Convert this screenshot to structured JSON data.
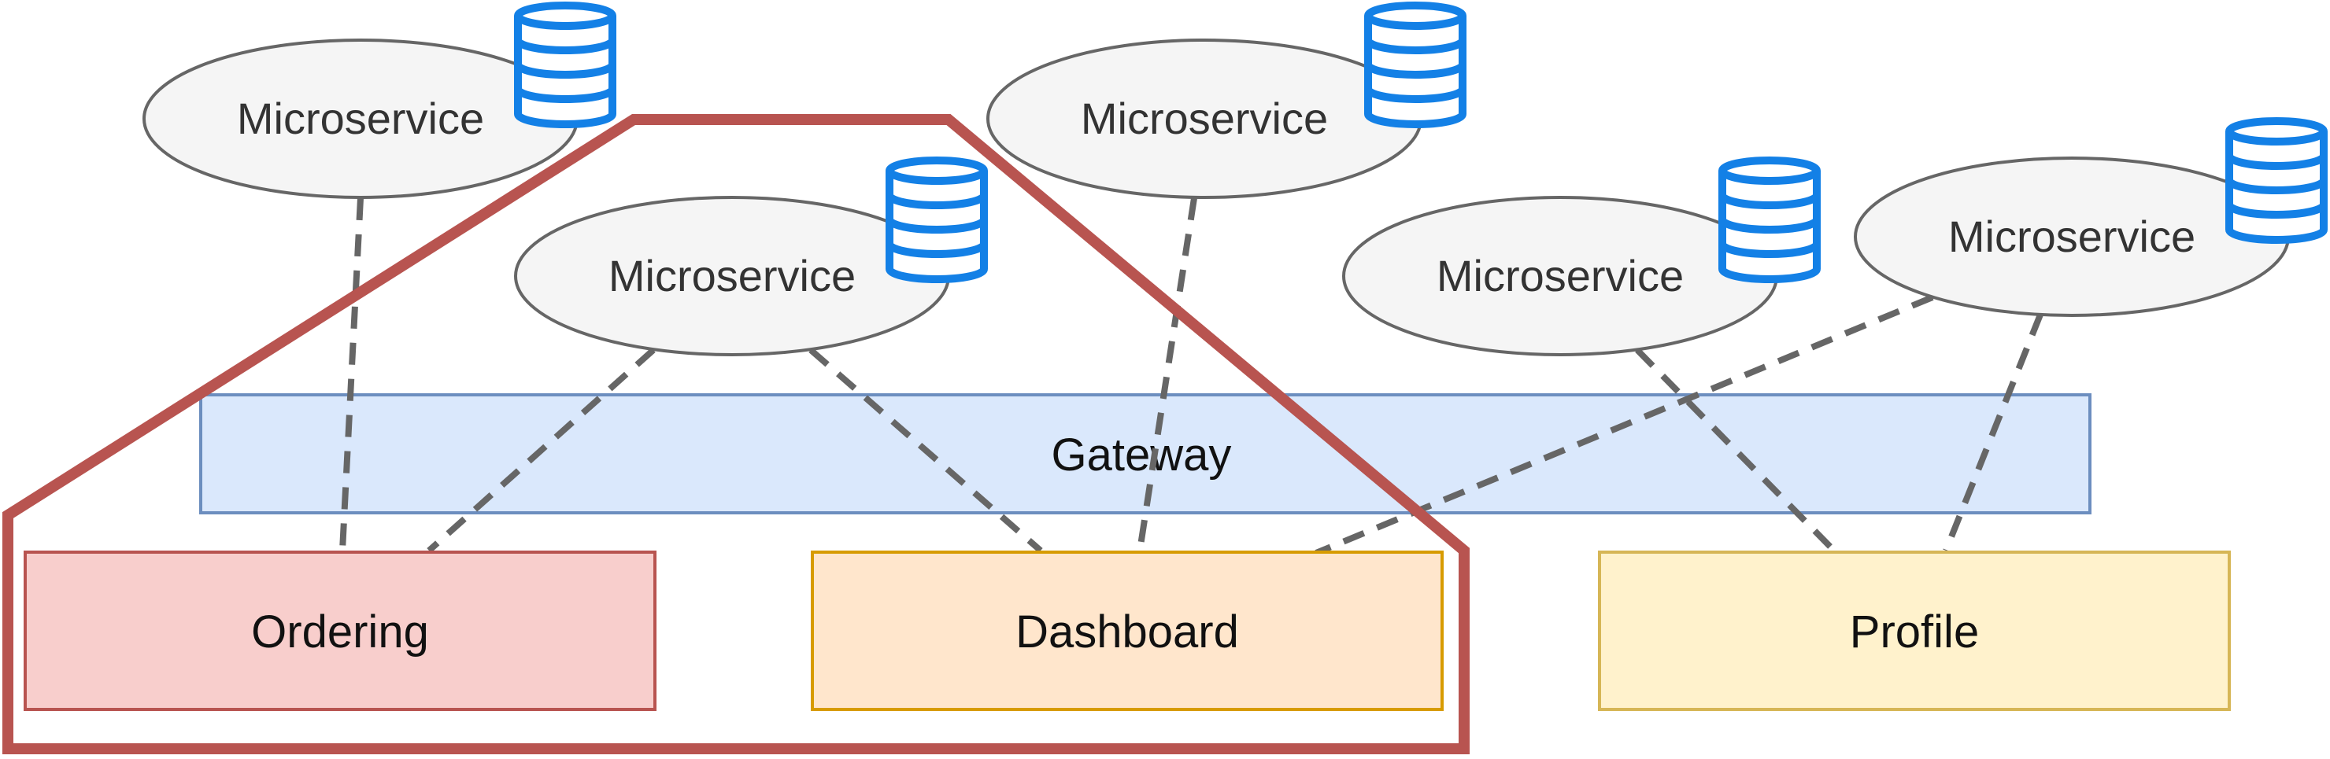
{
  "colors": {
    "microservice_fill": "#f5f5f5",
    "microservice_stroke": "#666666",
    "database_icon": "#1380e6",
    "gateway_fill": "#dae8fc",
    "gateway_stroke": "#6c8ebf",
    "ordering_fill": "#f8cecc",
    "ordering_stroke": "#b85450",
    "dashboard_fill": "#ffe6cc",
    "dashboard_stroke": "#d79b00",
    "profile_fill": "#fff2cc",
    "profile_stroke": "#d6b656",
    "boundary_stroke": "#b85450",
    "connector": "#666666"
  },
  "microservices": [
    {
      "label": "Microservice",
      "icon": "database-icon"
    },
    {
      "label": "Microservice",
      "icon": "database-icon"
    },
    {
      "label": "Microservice",
      "icon": "database-icon"
    },
    {
      "label": "Microservice",
      "icon": "database-icon"
    },
    {
      "label": "Microservice",
      "icon": "database-icon"
    }
  ],
  "gateway": {
    "label": "Gateway"
  },
  "frontends": {
    "ordering": {
      "label": "Ordering"
    },
    "dashboard": {
      "label": "Dashboard"
    },
    "profile": {
      "label": "Profile"
    }
  }
}
